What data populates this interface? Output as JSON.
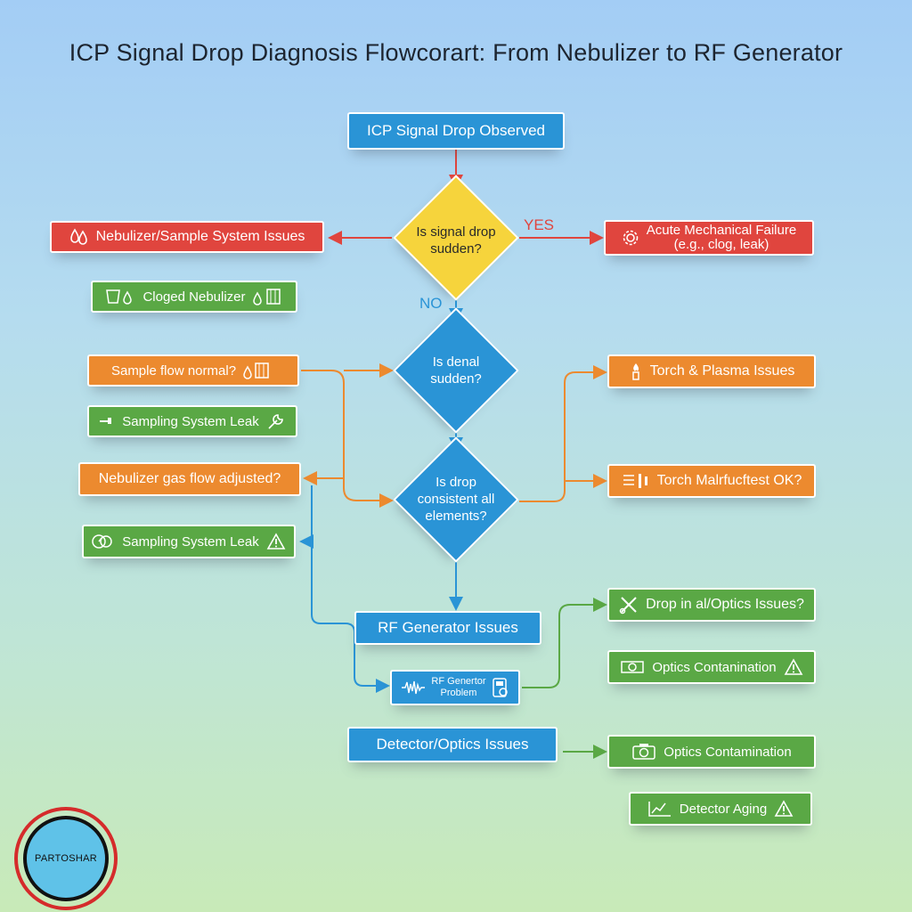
{
  "title": "ICP Signal Drop Diagnosis Flowcorart: From Nebulizer to RF Generator",
  "nodes": {
    "start": "ICP Signal Drop Observed",
    "decision_sudden": "Is signal drop sudden?",
    "yes_label": "YES",
    "no_label": "NO",
    "nebulizer_issues": "Nebulizer/Sample System Issues",
    "acute_failure_line1": "Acute Mechanical Failure",
    "acute_failure_line2": "(e.g., clog, leak)",
    "clogged_nebulizer": "Cloged Nebulizer",
    "sample_flow": "Sample flow normal?",
    "decision_denal": "Is denal sudden?",
    "torch_plasma": "Torch & Plasma Issues",
    "sampling_leak_1": "Sampling System Leak",
    "nebulizer_gas": "Nebulizer gas flow adjusted?",
    "decision_consistent": "Is drop consistent all elements?",
    "torch_malfunction": "Torch Malrfucftest OK?",
    "sampling_leak_2": "Sampling System Leak",
    "drop_optics": "Drop in al/Optics Issues?",
    "rf_issues": "RF Generator Issues",
    "rf_problem_line1": "RF Genertor",
    "rf_problem_line2": "Problem",
    "optics_contam_1": "Optics Contanination",
    "detector_optics": "Detector/Optics Issues",
    "optics_contam_2": "Optics Contamination",
    "detector_aging": "Detector Aging"
  },
  "logo": {
    "text": "PARTOSHAR"
  },
  "colors": {
    "blue": "#2a94d6",
    "red": "#e0453e",
    "green": "#5aa845",
    "orange": "#ec8a2f",
    "yellow": "#f6d43c"
  },
  "icons": [
    "drops-icon",
    "gear-icon",
    "bucket-drop-icon",
    "torch-icon",
    "faucet-icon",
    "wrench-icon",
    "gauge-icon",
    "warning-icon",
    "scissors-icon",
    "camera-icon",
    "waveform-icon",
    "meter-icon",
    "trend-icon"
  ]
}
